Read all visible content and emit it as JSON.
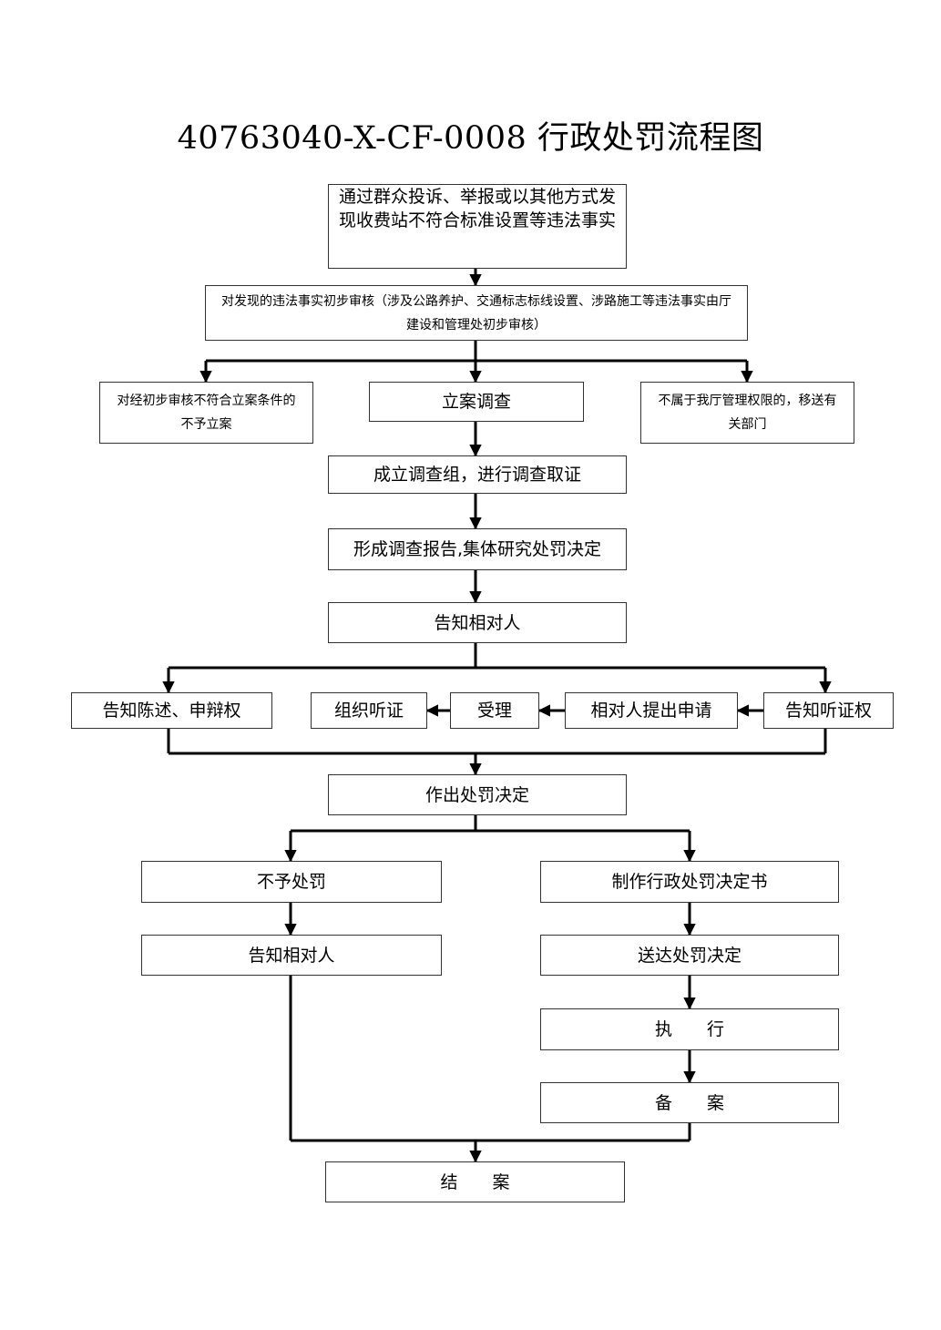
{
  "title": "40763040-X-CF-0008 行政处罚流程图",
  "steps": {
    "discover": "通过群众投诉、举报或以其他方式发现收费站不符合标准设置等违法事实",
    "preliminary_review": "对发现的违法事实初步审核（涉及公路养护、交通标志标线设置、涉路施工等违法事实由厅建设和管理处初步审核）",
    "not_filed": "对经初步审核不符合立案条件的不予立案",
    "file_case": "立案调查",
    "transfer": "不属于我厅管理权限的，移送有关部门",
    "investigate": "成立调查组，进行调查取证",
    "report": "形成调查报告,集体研究处罚决定",
    "notify_party": "告知相对人",
    "right_statement": "告知陈述、申辩权",
    "organize_hearing": "组织听证",
    "accept": "受理",
    "party_apply": "相对人提出申请",
    "right_hearing": "告知听证权",
    "decision": "作出处罚决定",
    "no_penalty": "不予处罚",
    "notify_party_2": "告知相对人",
    "make_decision_doc": "制作行政处罚决定书",
    "serve_decision": "送达处罚决定",
    "execute": "执　　行",
    "archive": "备　　案",
    "close_case": "结　　案"
  }
}
